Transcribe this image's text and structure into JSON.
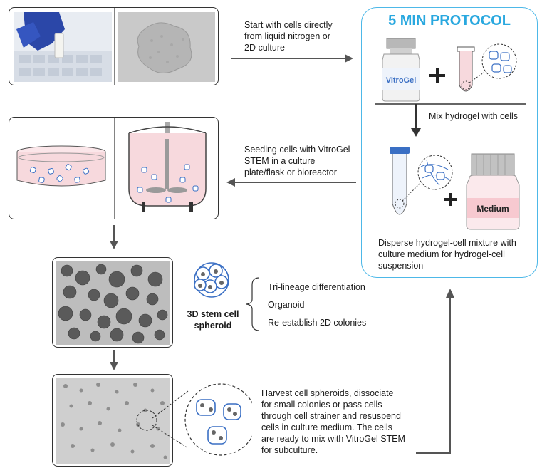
{
  "protocol": {
    "title": "5 MIN PROTOCOL",
    "vial_label": "VitroGel",
    "medium_label": "Medium",
    "step_mix": "Mix hydrogel with cells",
    "step_disperse": "Disperse hydrogel-cell mixture with\nculture medium for hydrogel-cell\nsuspension"
  },
  "steps": {
    "start": "Start with cells directly\nfrom liquid nitrogen or\n2D culture",
    "seeding": "Seeding cells with VitroGel\nSTEM in a culture\nplate/flask or bioreactor",
    "spheroid_label": "3D stem cell\nspheroid",
    "harvest": "Harvest cell spheroids, dissociate\nfor small colonies or pass cells\nthrough cell strainer and resuspend\ncells in culture medium. The cells\nare ready to mix with VitroGel STEM\nfor subculture."
  },
  "outcomes": [
    "Tri-lineage differentiation",
    "Organoid",
    "Re-establish 2D colonies"
  ],
  "colors": {
    "accent": "#29a8df",
    "cell_outline": "#3a6fc4",
    "pink": "#f7d9dd",
    "arrow": "#444444"
  }
}
